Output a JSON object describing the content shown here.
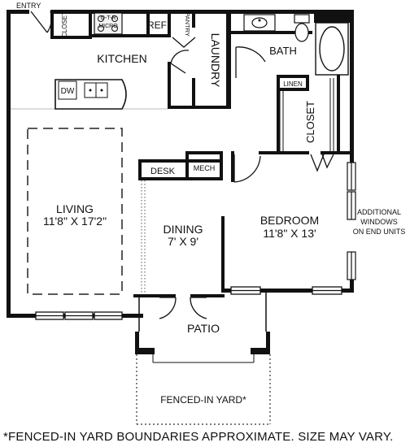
{
  "plan": {
    "entry": "ENTRY",
    "closet_small": "CLOSET",
    "otr": "O-T-R",
    "micro": "MICRO",
    "ref": "REF",
    "pantry": "PANTRY",
    "kitchen": "KITCHEN",
    "laundry": "LAUNDRY",
    "bath": "BATH",
    "linen": "LINEN",
    "closet_bed": "CLOSET",
    "dw": "DW",
    "living": "LIVING",
    "living_dim": "11'8\" X 17'2\"",
    "desk": "DESK",
    "mech": "MECH",
    "dining": "DINING",
    "dining_dim": "7' X 9'",
    "bedroom": "BEDROOM",
    "bedroom_dim": "11'8\" X 13'",
    "windows_note": [
      "ADDITIONAL",
      "WINDOWS",
      "ON END UNITS"
    ],
    "patio": "PATIO",
    "yard": "FENCED-IN YARD*"
  },
  "footnote": "*FENCED-IN YARD BOUNDARIES APPROXIMATE. SIZE MAY VARY."
}
